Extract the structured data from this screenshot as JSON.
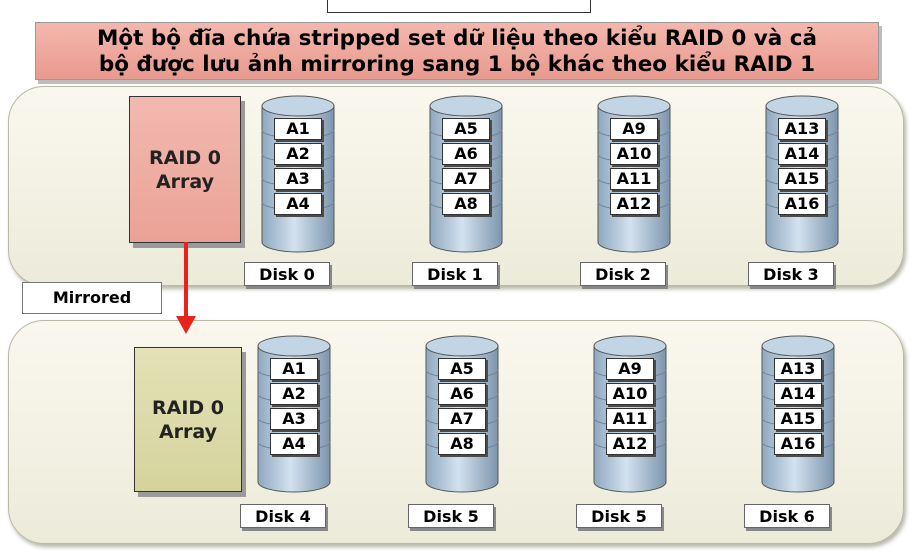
{
  "banner": {
    "line1": "Một bộ đĩa chứa stripped set dữ liệu theo kiểu RAID 0 và cả",
    "line2": "bộ được lưu ảnh mirroring sang 1 bộ khác theo kiểu RAID 1"
  },
  "top_array": {
    "line1": "RAID 0",
    "line2": "Array",
    "color": "#efaaa0"
  },
  "bottom_array": {
    "line1": "RAID 0",
    "line2": "Array",
    "color": "#dcdaa9"
  },
  "mirrored_label": "Mirrored",
  "arrow_color": "#e8231c",
  "top_disks": [
    {
      "label": "Disk 0",
      "blocks": [
        "A1",
        "A2",
        "A3",
        "A4"
      ]
    },
    {
      "label": "Disk 1",
      "blocks": [
        "A5",
        "A6",
        "A7",
        "A8"
      ]
    },
    {
      "label": "Disk 2",
      "blocks": [
        "A9",
        "A10",
        "A11",
        "A12"
      ]
    },
    {
      "label": "Disk 3",
      "blocks": [
        "A13",
        "A14",
        "A15",
        "A16"
      ]
    }
  ],
  "bottom_disks": [
    {
      "label": "Disk 4",
      "blocks": [
        "A1",
        "A2",
        "A3",
        "A4"
      ]
    },
    {
      "label": "Disk 5",
      "blocks": [
        "A5",
        "A6",
        "A7",
        "A8"
      ]
    },
    {
      "label": "Disk 5",
      "blocks": [
        "A9",
        "A10",
        "A11",
        "A12"
      ]
    },
    {
      "label": "Disk 6",
      "blocks": [
        "A13",
        "A14",
        "A15",
        "A16"
      ]
    }
  ]
}
